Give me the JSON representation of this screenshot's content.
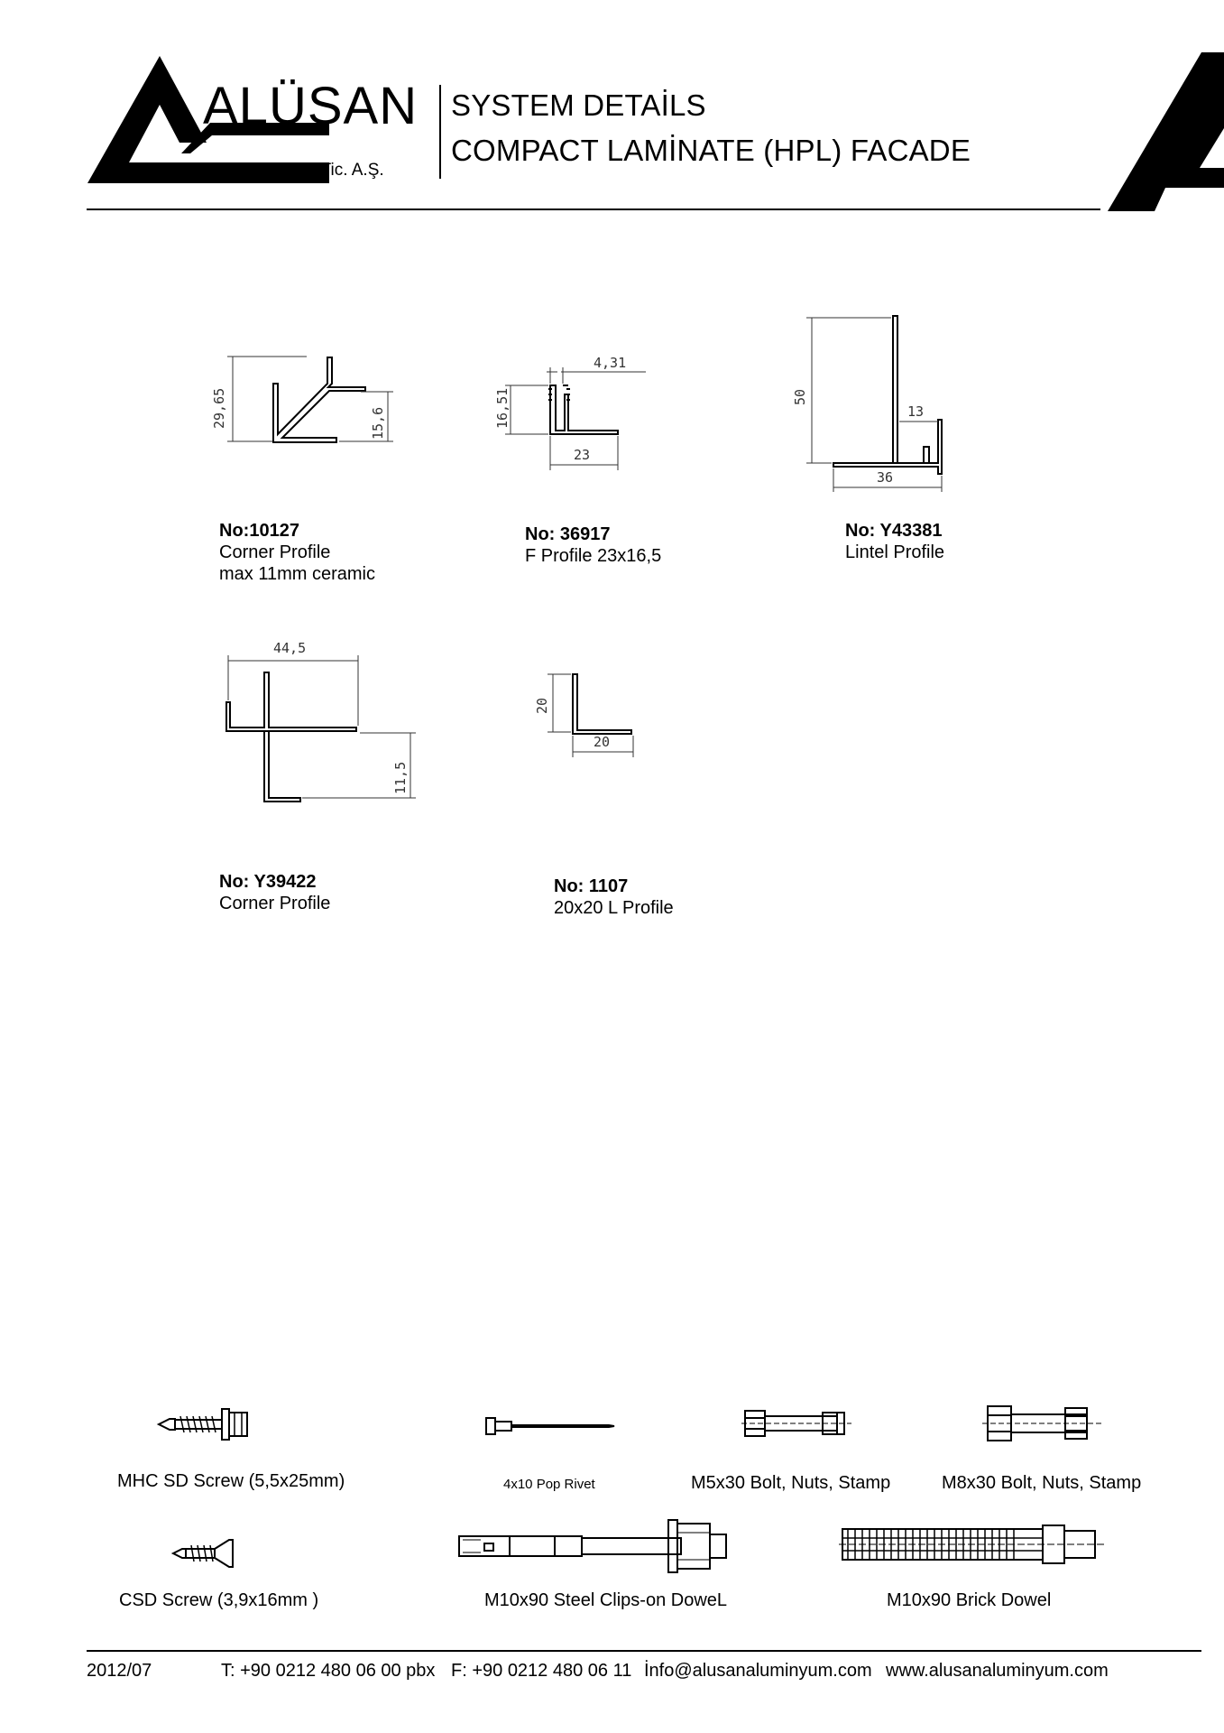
{
  "header": {
    "brand": "ALÜSAN",
    "company": "Alüminyum Sanayi ve Tic. A.Ş.",
    "title_line1": "SYSTEM DETAİLS",
    "title_line2": "COMPACT LAMİNATE (HPL) FACADE"
  },
  "profiles": [
    {
      "no": "No:10127",
      "name": "Corner Profile",
      "note": "max 11mm ceramic",
      "dims": [
        "29,65",
        "15,6"
      ]
    },
    {
      "no": "No: 36917",
      "name": "F Profile 23x16,5",
      "dims": [
        "4,31",
        "16,51",
        "23"
      ]
    },
    {
      "no": "No: Y43381",
      "name": "Lintel Profile",
      "dims": [
        "50",
        "13",
        "36"
      ]
    },
    {
      "no": "No: Y39422",
      "name": "Corner Profile",
      "dims": [
        "44,5",
        "11,5"
      ]
    },
    {
      "no": "No: 1107",
      "name": "20x20 L Profile",
      "dims": [
        "20",
        "20"
      ]
    }
  ],
  "fasteners": [
    {
      "label": "MHC SD Screw (5,5x25mm)"
    },
    {
      "label": "4x10 Pop Rivet"
    },
    {
      "label": "M5x30 Bolt, Nuts, Stamp"
    },
    {
      "label": "M8x30 Bolt, Nuts, Stamp"
    },
    {
      "label": "CSD Screw (3,9x16mm )"
    },
    {
      "label": "M10x90 Steel Clips-on DoweL"
    },
    {
      "label": "M10x90 Brick Dowel"
    }
  ],
  "footer": {
    "date": "2012/07",
    "phone": "T: +90 0212 480 06 00 pbx",
    "fax": "F: +90 0212 480 06 11",
    "email": "İnfo@alusanaluminyum.com",
    "web": "www.alusanaluminyum.com"
  },
  "colors": {
    "ink": "#000000",
    "dim_line": "#333333",
    "background": "#ffffff"
  }
}
